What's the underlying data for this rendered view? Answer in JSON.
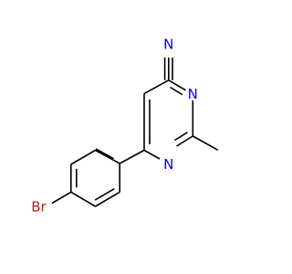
{
  "molecule": {
    "atoms": {
      "cyano_n": {
        "symbol": "N",
        "color": "#0000ff"
      },
      "ring_n_right": {
        "symbol": "N",
        "color": "#0000ff"
      },
      "ring_n_bottom": {
        "symbol": "N",
        "color": "#0000ff"
      },
      "bromine": {
        "symbol": "Br",
        "color": "#a52a2a"
      }
    },
    "bond_color": "#000000",
    "background": "#ffffff"
  }
}
